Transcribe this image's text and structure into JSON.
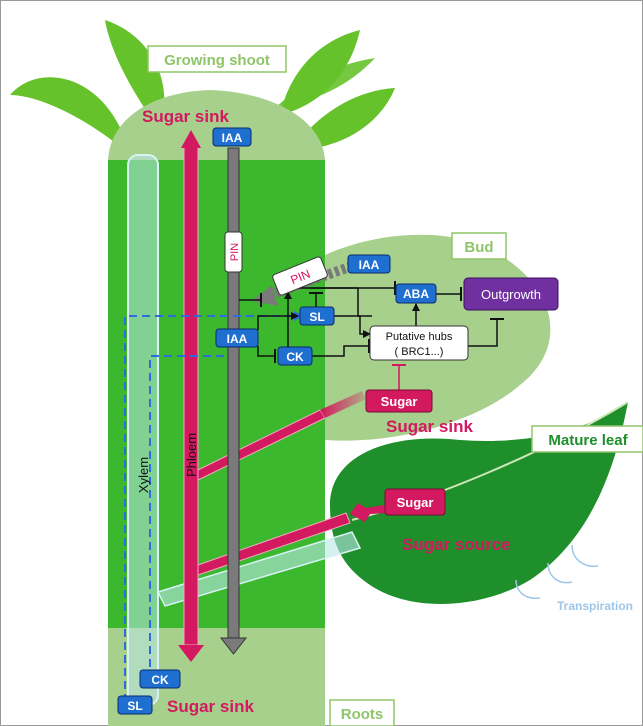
{
  "labels": {
    "growing_shoot": "Growing shoot",
    "bud": "Bud",
    "mature_leaf": "Mature leaf",
    "roots": "Roots",
    "xylem": "Xylem",
    "phloem": "Phloem",
    "pin_stem": "PIN",
    "pin_bud": "PIN",
    "iaa_top": "IAA",
    "iaa_mid": "IAA",
    "iaa_bud": "IAA",
    "sl_mid": "SL",
    "sl_bottom": "SL",
    "ck_mid": "CK",
    "ck_bottom": "CK",
    "aba": "ABA",
    "outgrowth": "Outgrowth",
    "hubs_line1": "Putative hubs",
    "hubs_line2": "( BRC1...)",
    "sugar_bud": "Sugar",
    "sugar_leaf": "Sugar",
    "sugar_sink_top": "Sugar sink",
    "sugar_sink_bud": "Sugar sink",
    "sugar_sink_bottom": "Sugar sink",
    "sugar_source": "Sugar source",
    "transpiration": "Transpiration"
  },
  "colors": {
    "stem": "#3cb82e",
    "light_green": "#a8d08d",
    "leaf_dark": "#1e8f2a",
    "leaf_light": "#66c22a",
    "phloem": "#d3195f",
    "hormone_box": "#1f6fd1",
    "outgrowth_box": "#7030a0",
    "auxin_stream": "#7a7a7a",
    "sugar_text": "#d3195f",
    "xylem": "#bfe9ea",
    "label_green": "#8fc56a"
  }
}
